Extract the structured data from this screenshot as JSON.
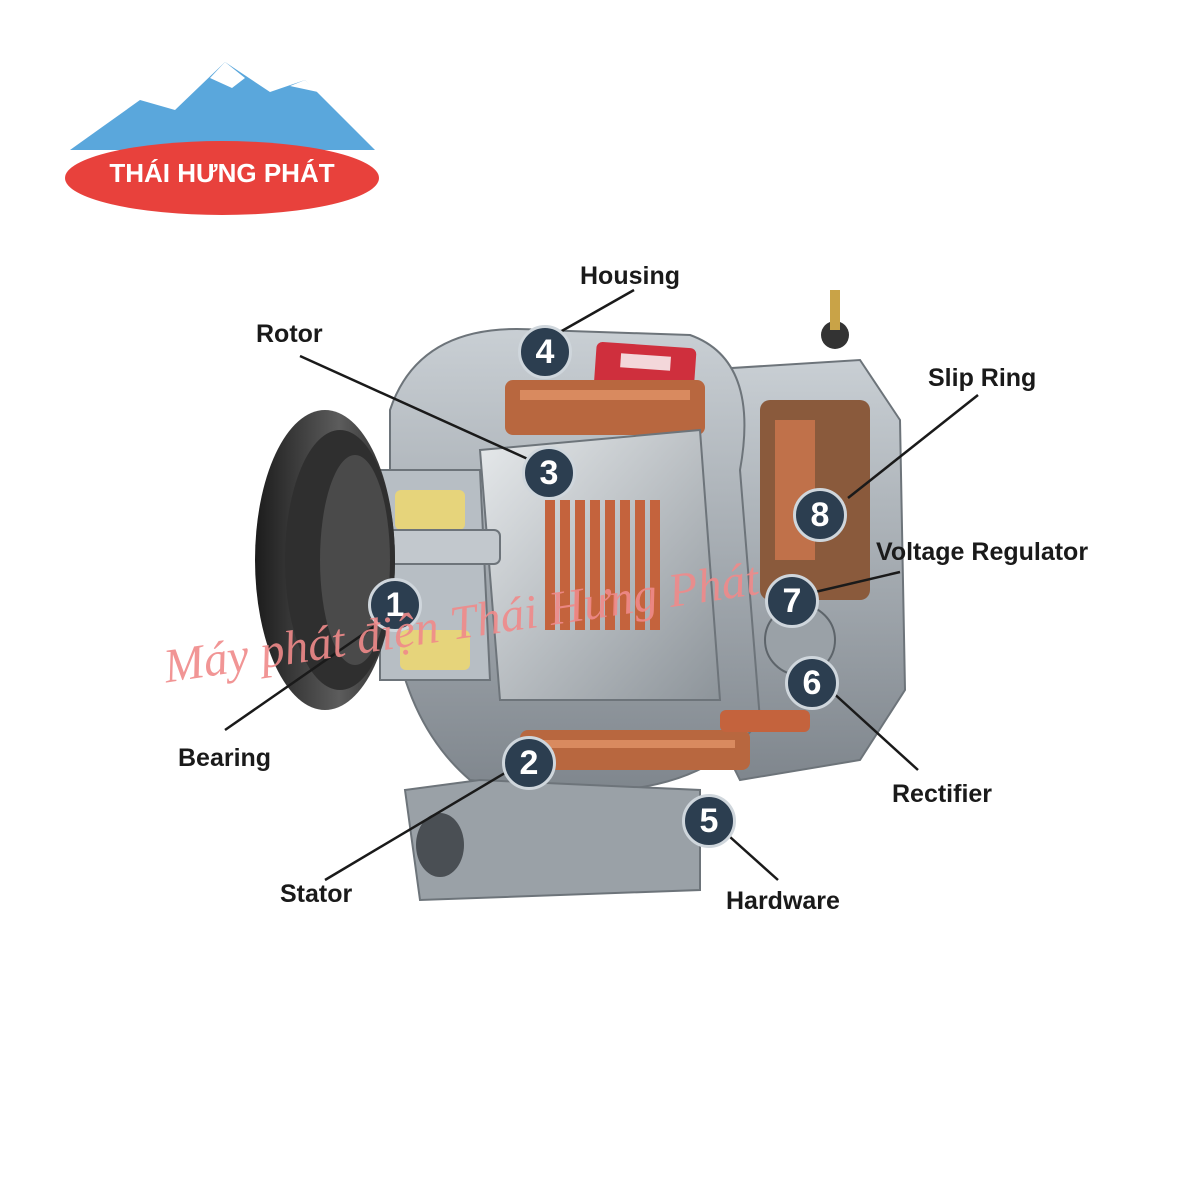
{
  "brand": {
    "name": "THÁI HƯNG PHÁT",
    "colors": {
      "mountain": "#5aa7dc",
      "pill": "#e8413c"
    }
  },
  "watermark": "Máy phát điện Thái Hưng Phát",
  "parts": [
    {
      "number": "1",
      "label": "Bearing"
    },
    {
      "number": "2",
      "label": "Stator"
    },
    {
      "number": "3",
      "label": "Rotor"
    },
    {
      "number": "4",
      "label": "Housing"
    },
    {
      "number": "5",
      "label": "Hardware"
    },
    {
      "number": "6",
      "label": "Rectifier"
    },
    {
      "number": "7",
      "label": "Voltage Regulator"
    },
    {
      "number": "8",
      "label": "Slip Ring"
    }
  ]
}
